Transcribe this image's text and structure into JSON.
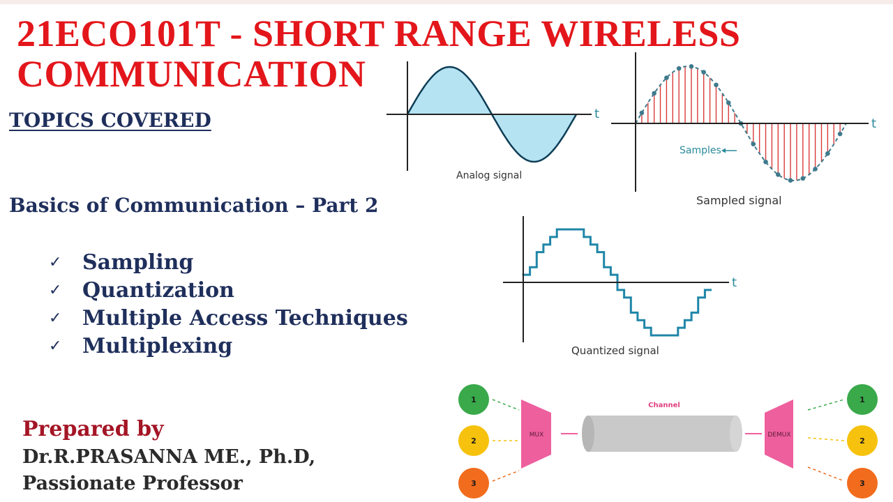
{
  "title": {
    "line1": "21ECO101T - SHORT RANGE WIRELESS",
    "line2": "COMMUNICATION"
  },
  "topics_heading": "TOPICS COVERED",
  "subtitle": "Basics of Communication – Part 2",
  "topics": [
    {
      "check": "✓",
      "label": "Sampling"
    },
    {
      "check": "✓",
      "label": "Quantization"
    },
    {
      "check": "✓",
      "label": "Multiple Access Techniques"
    },
    {
      "check": "✓",
      "label": "Multiplexing"
    }
  ],
  "credits": {
    "prepared_by": "Prepared by",
    "author": "Dr.R.PRASANNA ME., Ph.D,",
    "role": "Passionate Professor"
  },
  "figures": {
    "axis_label": "t",
    "analog_caption": "Analog signal",
    "sampled_caption": "Sampled signal",
    "samples_label": "Samples",
    "quantized_caption": "Quantized signal",
    "mux": {
      "channel_label": "Channel",
      "mux_label": "MUX",
      "demux_label": "DEMUX",
      "inputs": [
        "1",
        "2",
        "3"
      ],
      "outputs": [
        "1",
        "2",
        "3"
      ]
    }
  },
  "colors": {
    "title": "#e3161b",
    "text": "#1f2f5c",
    "prepared": "#a41525",
    "wave": "#0e3d56",
    "wave_fill": "#b5e3f2",
    "sample_stick": "#d93a3a",
    "sample_dot": "#3e7a8c",
    "quantized": "#1f86a8",
    "mux_pink": "#ee5f9e",
    "green": "#39a94a",
    "yellow": "#f6c20e",
    "orange": "#f26c1d"
  }
}
